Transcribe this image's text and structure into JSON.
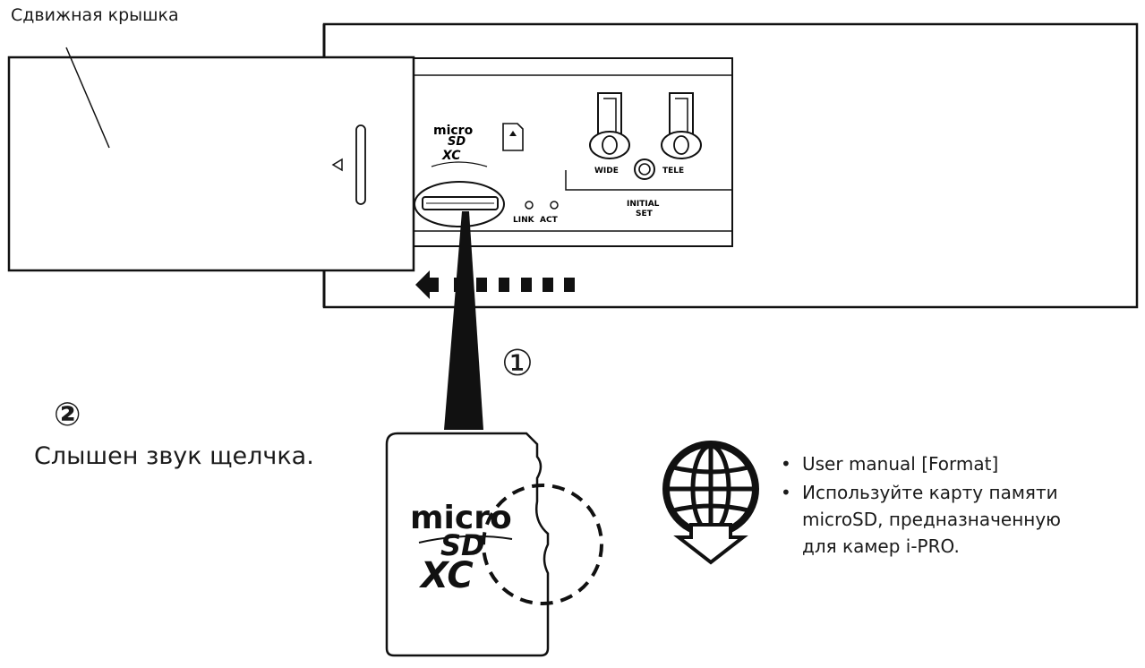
{
  "labels": {
    "sliding_cover": "Сдвижная крышка",
    "click_sound": "Слышен звук щелчка.",
    "step_1": "①",
    "step_2": "②"
  },
  "device": {
    "card_logo_top": "micro",
    "card_logo_mid": "SD",
    "card_logo_bottom": "XC",
    "led_link": "LINK",
    "led_act": "ACT",
    "zoom_wide": "WIDE",
    "zoom_tele": "TELE",
    "initial_set_line1": "INITIAL",
    "initial_set_line2": "SET"
  },
  "card": {
    "logo_top": "micro",
    "logo_mid": "SD",
    "logo_bottom": "XC"
  },
  "info": {
    "bullet": "•",
    "items": [
      "User manual [Format]",
      "Используйте карту памяти\nmicroSD, предназначенную\nдля камер i-PRO."
    ],
    "icon": "globe-download-icon"
  }
}
